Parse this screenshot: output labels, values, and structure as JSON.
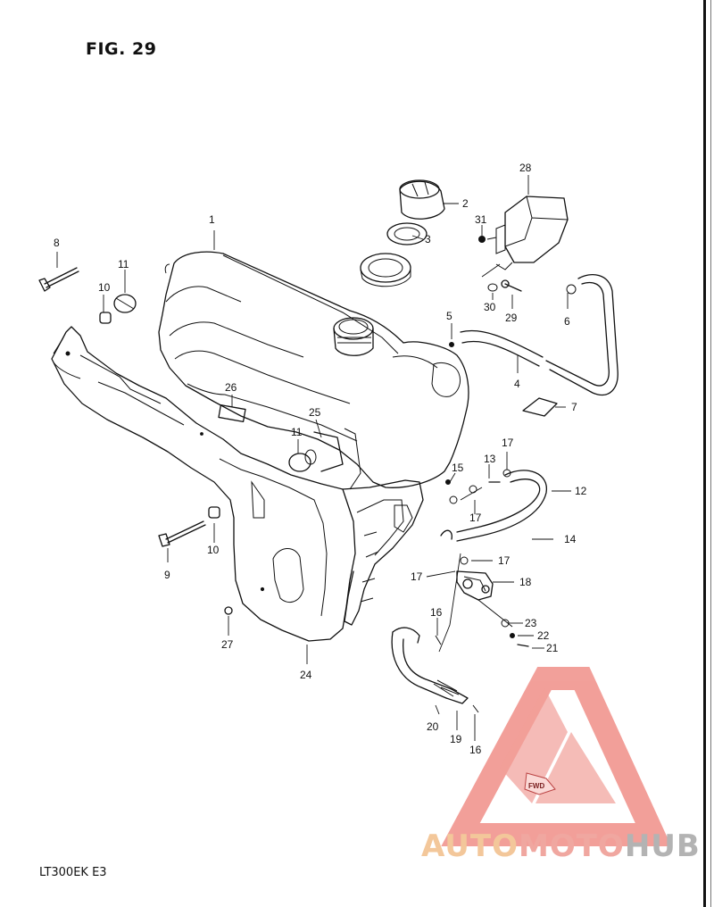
{
  "figure": {
    "title": "FIG. 29",
    "model_code": "LT300EK  E3"
  },
  "watermark": {
    "part1": "AUTO",
    "part2": "MOTO",
    "part3": "HUB",
    "colors": {
      "triangle": "#f08f88",
      "part1": "#f3c79a",
      "part2": "#f0a7a0",
      "part3": "#b3b3b3"
    }
  },
  "fwd_badge": "FWD",
  "part_labels": [
    "1",
    "2",
    "3",
    "4",
    "5",
    "6",
    "7",
    "8",
    "9",
    "10",
    "10",
    "11",
    "11",
    "12",
    "13",
    "14",
    "15",
    "16",
    "16",
    "17",
    "17",
    "17",
    "17",
    "18",
    "19",
    "20",
    "21",
    "22",
    "23",
    "24",
    "25",
    "26",
    "27",
    "28",
    "29",
    "30",
    "31"
  ]
}
